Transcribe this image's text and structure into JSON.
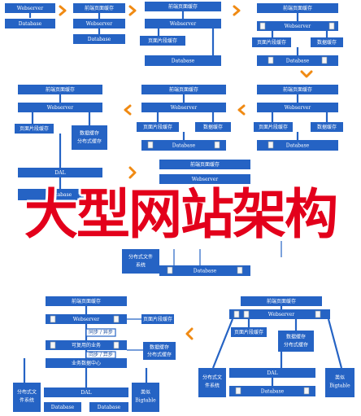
{
  "labels": {
    "frontend_cache": "前端页面缓存",
    "webserver": "Webserver",
    "database": "Database",
    "fragment_cache": "页面片段缓存",
    "data_cache": "数据缓存",
    "distributed_data_cache": "数据缓存\n分布式缓存",
    "dal": "DAL",
    "distributed_fs": "分布式文件\n系统",
    "distributed_fs_short": "分布式文件系统",
    "bigtable_ku": "类似\nBigtable",
    "reusable_services": "可复用的业务",
    "sync_async": "同步 / 异步",
    "business_data_center": "业务数据中心",
    "image_cache": "页面片段缓存"
  },
  "title": "大型网站架构",
  "colors": {
    "box": "#2563c4",
    "chevron": "#f08a13",
    "title": "#e3001b"
  }
}
